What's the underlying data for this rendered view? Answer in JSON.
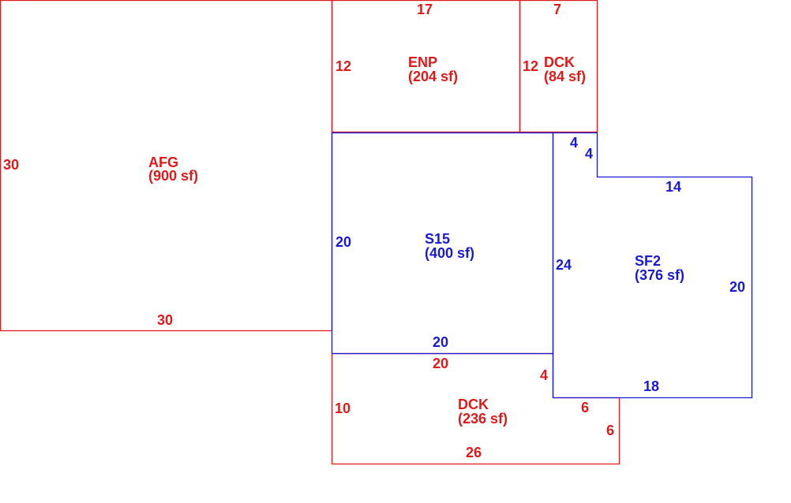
{
  "colors": {
    "red": "#e01a1a",
    "blue": "#1a1ad2"
  },
  "areas": {
    "afg": {
      "code": "AFG",
      "area": "(900 sf)",
      "color": "red"
    },
    "enp": {
      "code": "ENP",
      "area": "(204 sf)",
      "color": "red"
    },
    "dck_top": {
      "code": "DCK",
      "area": "(84 sf)",
      "color": "red"
    },
    "s15": {
      "code": "S15",
      "area": "(400 sf)",
      "color": "blue"
    },
    "sf2": {
      "code": "SF2",
      "area": "(376 sf)",
      "color": "blue"
    },
    "dck_bottom": {
      "code": "DCK",
      "area": "(236 sf)",
      "color": "red"
    }
  },
  "dimensions": {
    "afg_left": "30",
    "afg_bottom": "30",
    "enp_top": "17",
    "enp_left": "12",
    "dck_top_top": "7",
    "dck_top_left": "12",
    "s15_left": "20",
    "s15_bottom": "20",
    "sf2_notch_top": "4",
    "sf2_notch_side": "4",
    "sf2_top": "14",
    "sf2_left": "24",
    "sf2_right": "20",
    "sf2_bottom": "18",
    "dck_bottom_top": "20",
    "dck_bottom_notch": "4",
    "dck_bottom_left": "10",
    "dck_bottom_step_h": "6",
    "dck_bottom_step_v": "6",
    "dck_bottom_bottom": "26"
  }
}
